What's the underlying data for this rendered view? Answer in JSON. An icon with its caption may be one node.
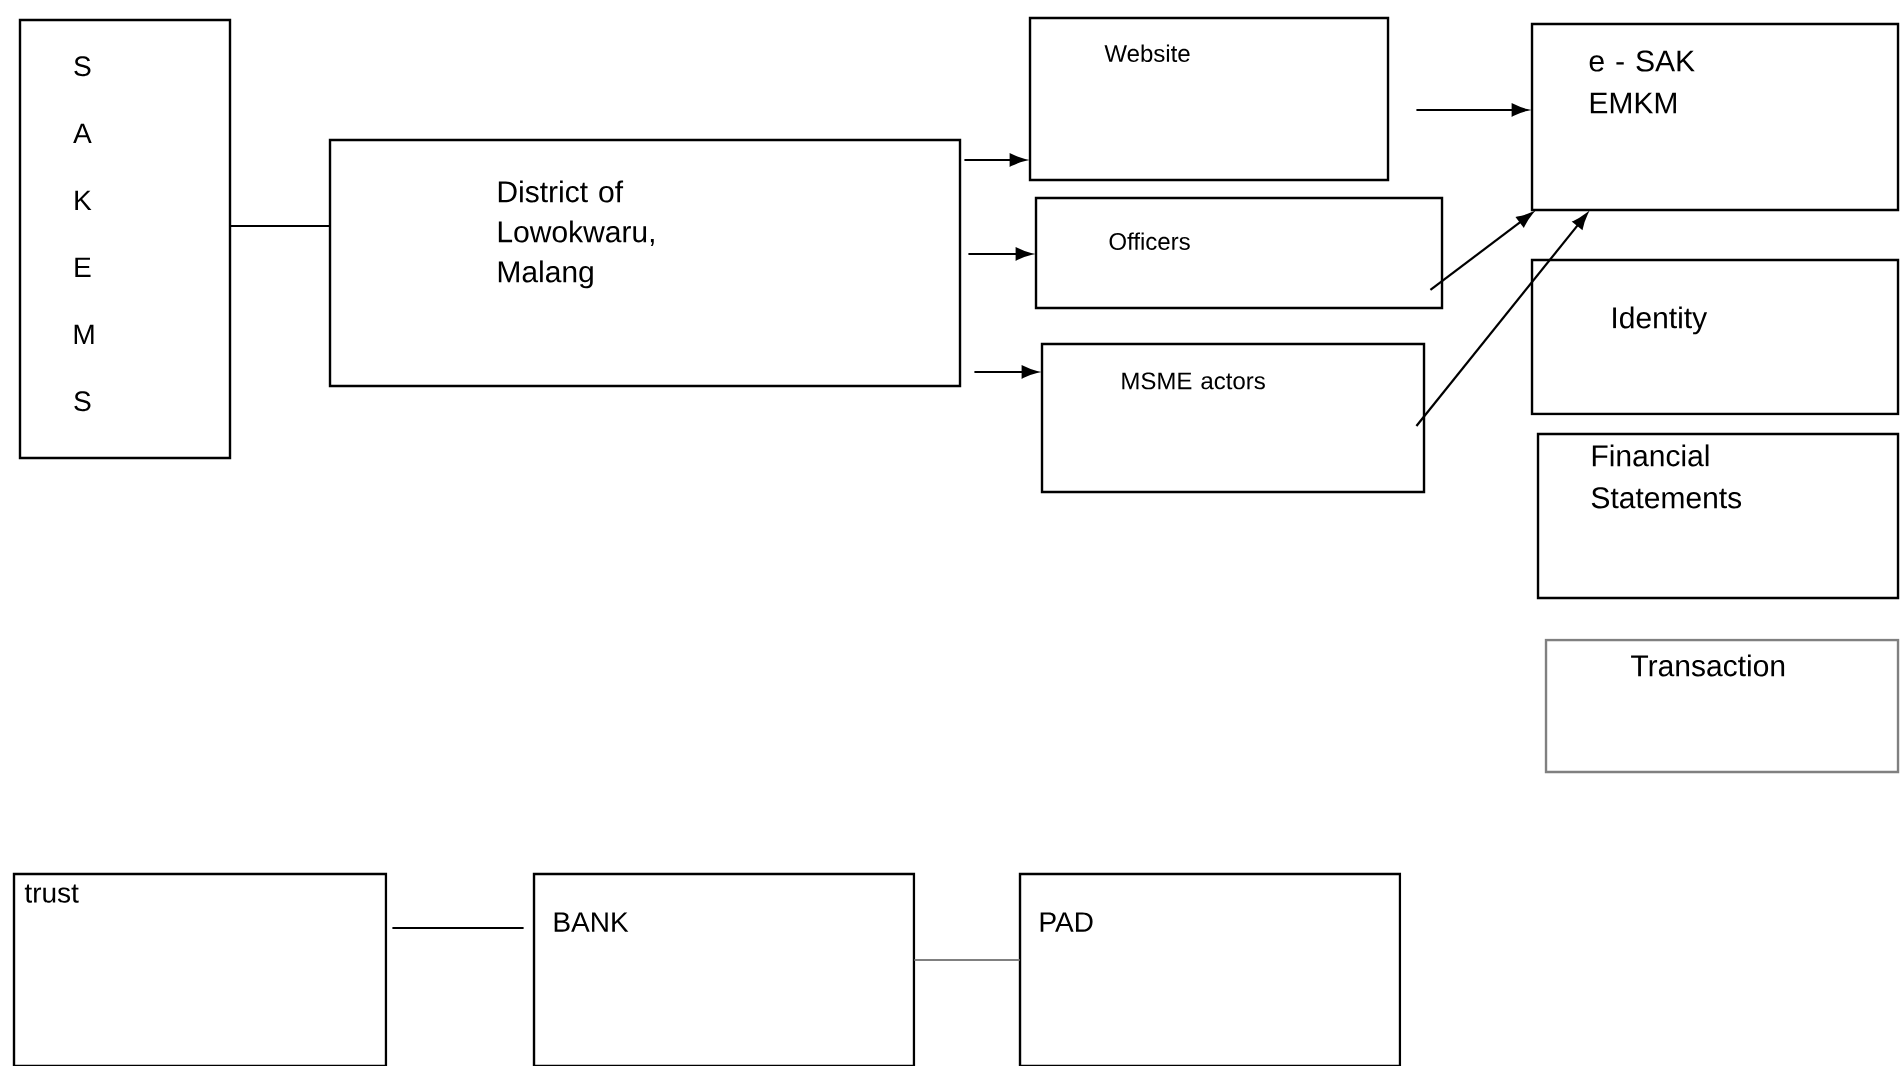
{
  "diagram": {
    "nodes": [
      {
        "text": [
          "S A K E M S"
        ]
      },
      {
        "text": [
          "District of Lowokwaru, Malang"
        ]
      },
      {
        "text": [
          "Website"
        ]
      },
      {
        "text": [
          "Officers"
        ]
      },
      {
        "text": [
          "MSME actors"
        ]
      },
      {
        "text": [
          "e - SAK EMKM"
        ]
      },
      {
        "text": [
          "Identity"
        ]
      },
      {
        "text": [
          "Financial Statements"
        ]
      },
      {
        "text": [
          "Transaction"
        ]
      },
      {
        "text": [
          "trust"
        ]
      },
      {
        "text": [
          "BANK"
        ]
      },
      {
        "text": [
          "PAD"
        ]
      }
    ],
    "edges": [
      {
        "from": 0,
        "to": 1,
        "arrow": "none"
      },
      {
        "from": 1,
        "to": 2,
        "arrow": "to"
      },
      {
        "from": 1,
        "to": 3,
        "arrow": "to"
      },
      {
        "from": 1,
        "to": 4,
        "arrow": "to"
      },
      {
        "from": 2,
        "to": 5,
        "arrow": "to"
      },
      {
        "from": 3,
        "to": 5,
        "arrow": "to"
      },
      {
        "from": 4,
        "to": 5,
        "arrow": "to"
      },
      {
        "from": 9,
        "to": 10,
        "arrow": "none"
      },
      {
        "from": 10,
        "to": 11,
        "arrow": "none",
        "color": "#808080"
      }
    ]
  }
}
